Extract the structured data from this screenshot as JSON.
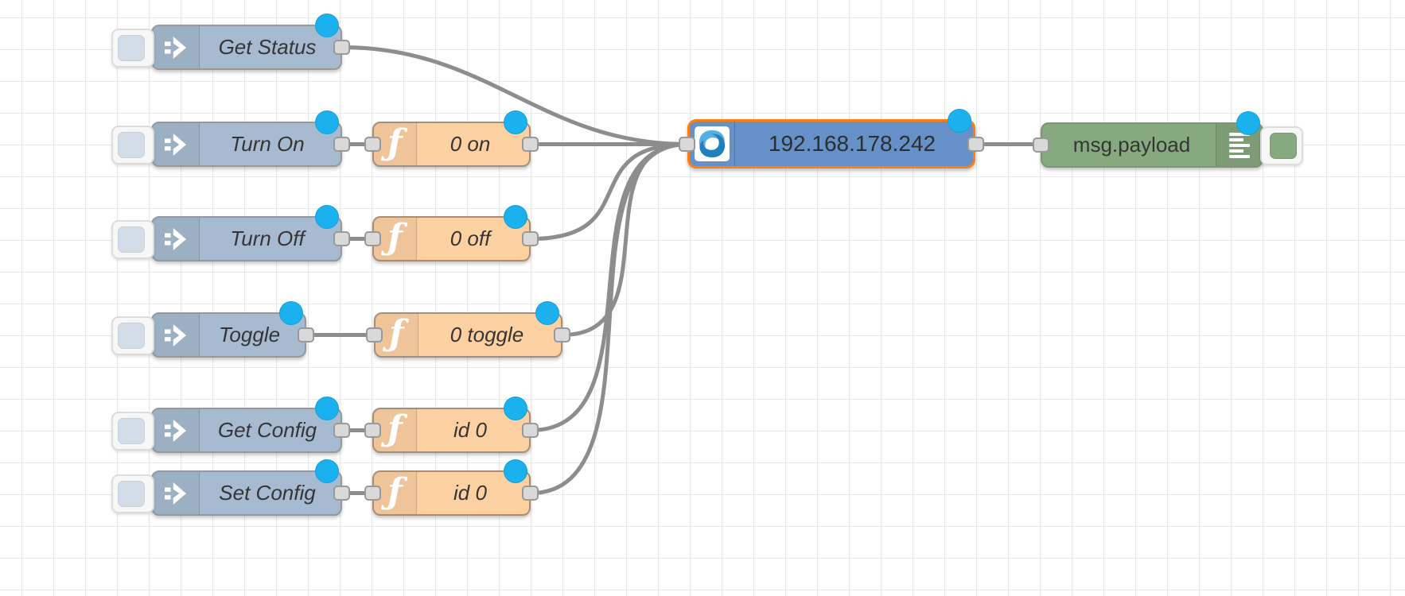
{
  "app": {
    "name": "Node-RED",
    "view": "flow-editor-canvas"
  },
  "palette": {
    "inject_color": "#a6bbcf",
    "function_color": "#fdd0a2",
    "debug_color": "#87a980",
    "shelly_color": "#6590c8",
    "selection_color": "#ff7f0e",
    "changed_indicator_color": "#1bb1ef",
    "wire_color": "#8d8d8d",
    "port_color": "#d9d9d9",
    "grid_color": "#e8e8e8"
  },
  "nodes": {
    "get_status": {
      "label": "Get Status",
      "type": "inject",
      "icon": "inject-arrow-icon",
      "changed": true
    },
    "turn_on": {
      "label": "Turn On",
      "type": "inject",
      "icon": "inject-arrow-icon",
      "changed": true
    },
    "turn_off": {
      "label": "Turn Off",
      "type": "inject",
      "icon": "inject-arrow-icon",
      "changed": true
    },
    "toggle": {
      "label": "Toggle",
      "type": "inject",
      "icon": "inject-arrow-icon",
      "changed": true
    },
    "get_config": {
      "label": "Get Config",
      "type": "inject",
      "icon": "inject-arrow-icon",
      "changed": true
    },
    "set_config": {
      "label": "Set Config",
      "type": "inject",
      "icon": "inject-arrow-icon",
      "changed": true
    },
    "fn_on": {
      "label": "0 on",
      "type": "function",
      "icon": "function-f-icon",
      "changed": true
    },
    "fn_off": {
      "label": "0 off",
      "type": "function",
      "icon": "function-f-icon",
      "changed": true
    },
    "fn_toggle": {
      "label": "0 toggle",
      "type": "function",
      "icon": "function-f-icon",
      "changed": true
    },
    "fn_id0_get": {
      "label": "id 0",
      "type": "function",
      "icon": "function-f-icon",
      "changed": true
    },
    "fn_id0_set": {
      "label": "id 0",
      "type": "function",
      "icon": "function-f-icon",
      "changed": true
    },
    "shelly": {
      "label": "192.168.178.242",
      "type": "shelly",
      "icon": "shelly-logo-icon",
      "changed": true,
      "selected": true
    },
    "debug": {
      "label": "msg.payload",
      "type": "debug",
      "icon": "debug-list-icon",
      "changed": true,
      "enabled": true
    }
  },
  "wires": [
    {
      "from": "get_status",
      "to": "shelly"
    },
    {
      "from": "turn_on",
      "to": "fn_on"
    },
    {
      "from": "fn_on",
      "to": "shelly"
    },
    {
      "from": "turn_off",
      "to": "fn_off"
    },
    {
      "from": "fn_off",
      "to": "shelly"
    },
    {
      "from": "toggle",
      "to": "fn_toggle"
    },
    {
      "from": "fn_toggle",
      "to": "shelly"
    },
    {
      "from": "get_config",
      "to": "fn_id0_get"
    },
    {
      "from": "fn_id0_get",
      "to": "shelly"
    },
    {
      "from": "set_config",
      "to": "fn_id0_set"
    },
    {
      "from": "fn_id0_set",
      "to": "shelly"
    }
  ]
}
